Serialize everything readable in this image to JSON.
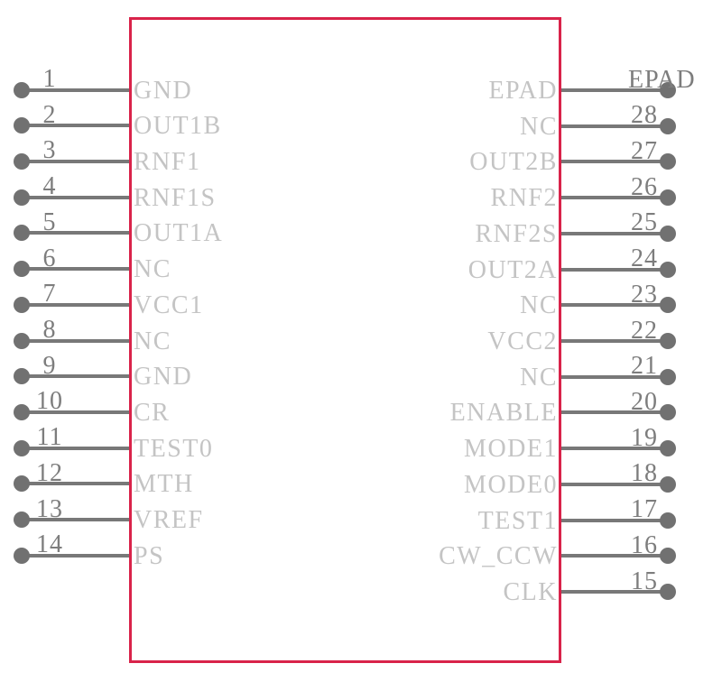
{
  "symbol": {
    "left_pins": [
      {
        "number": "1",
        "name": "GND"
      },
      {
        "number": "2",
        "name": "OUT1B"
      },
      {
        "number": "3",
        "name": "RNF1"
      },
      {
        "number": "4",
        "name": "RNF1S"
      },
      {
        "number": "5",
        "name": "OUT1A"
      },
      {
        "number": "6",
        "name": "NC"
      },
      {
        "number": "7",
        "name": "VCC1"
      },
      {
        "number": "8",
        "name": "NC"
      },
      {
        "number": "9",
        "name": "GND"
      },
      {
        "number": "10",
        "name": "CR"
      },
      {
        "number": "11",
        "name": "TEST0"
      },
      {
        "number": "12",
        "name": "MTH"
      },
      {
        "number": "13",
        "name": "VREF"
      },
      {
        "number": "14",
        "name": "PS"
      }
    ],
    "right_pins": [
      {
        "number": "EPAD",
        "name": "EPAD"
      },
      {
        "number": "28",
        "name": "NC"
      },
      {
        "number": "27",
        "name": "OUT2B"
      },
      {
        "number": "26",
        "name": "RNF2"
      },
      {
        "number": "25",
        "name": "RNF2S"
      },
      {
        "number": "24",
        "name": "OUT2A"
      },
      {
        "number": "23",
        "name": "NC"
      },
      {
        "number": "22",
        "name": "VCC2"
      },
      {
        "number": "21",
        "name": "NC"
      },
      {
        "number": "20",
        "name": "ENABLE"
      },
      {
        "number": "19",
        "name": "MODE1"
      },
      {
        "number": "18",
        "name": "MODE0"
      },
      {
        "number": "17",
        "name": "TEST1"
      },
      {
        "number": "16",
        "name": "CW_CCW"
      },
      {
        "number": "15",
        "name": "CLK"
      }
    ],
    "colors": {
      "body_outline": "#d9234a",
      "pin_line": "#787878",
      "pin_dot": "#717171",
      "pin_number_text": "#7d7d7d",
      "pin_name_text": "#c4c4c4",
      "background": "#ffffff"
    }
  }
}
